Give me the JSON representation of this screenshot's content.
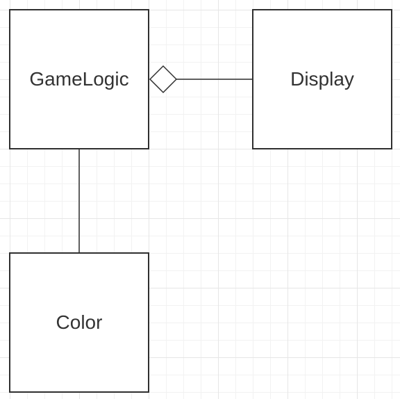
{
  "diagram": {
    "nodes": [
      {
        "id": "gamelogic",
        "label": "GameLogic"
      },
      {
        "id": "display",
        "label": "Display"
      },
      {
        "id": "color",
        "label": "Color"
      }
    ],
    "edges": [
      {
        "from": "display",
        "to": "gamelogic",
        "type": "aggregation"
      },
      {
        "from": "gamelogic",
        "to": "color",
        "type": "association"
      }
    ]
  },
  "colors": {
    "stroke": "#2f2f2f",
    "text": "#333333",
    "grid": "#e6e6e6",
    "background": "#ffffff"
  }
}
